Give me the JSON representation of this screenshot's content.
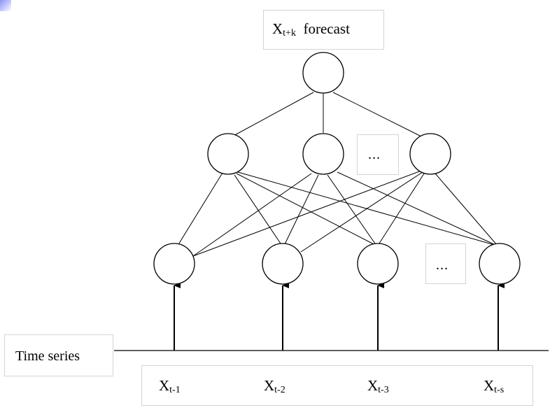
{
  "output": {
    "label_main": "X",
    "label_sub": "t+k",
    "label_rest": "forecast"
  },
  "ellipsis": "...",
  "time_series_label": "Time series",
  "inputs": [
    {
      "main": "X",
      "sub": "t-1"
    },
    {
      "main": "X",
      "sub": "t-2"
    },
    {
      "main": "X",
      "sub": "t-3"
    },
    {
      "main": "X",
      "sub": "t-s"
    }
  ],
  "colors": {
    "line": "#000000",
    "box_border": "#d4d4d4",
    "corner_mark": "#8a94f0"
  }
}
